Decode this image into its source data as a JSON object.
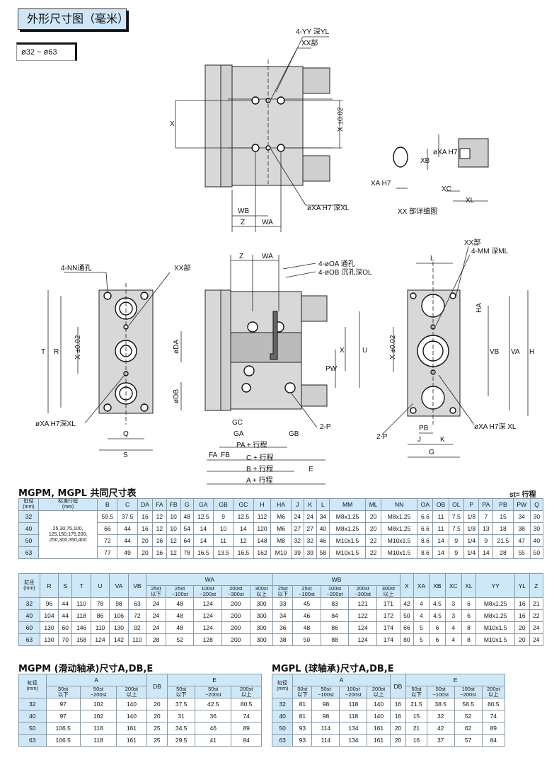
{
  "header": {
    "title": "外形尺寸图（毫米）",
    "bore_range": "ø32 ~ ø63"
  },
  "drawing_labels": {
    "top": [
      "4-YY 深YL",
      "XX部",
      "X",
      "X ±0.02",
      "WB",
      "Z",
      "WA",
      "øXA H7 深XL"
    ],
    "detail": [
      "øXA H7",
      "XB",
      "XA H7",
      "XC",
      "XL",
      "XX 部详细图"
    ],
    "left": [
      "4-NN通孔",
      "XX部",
      "T",
      "R",
      "X ±0.02",
      "øXA H7深XL",
      "Q",
      "S"
    ],
    "center": [
      "Z",
      "WA",
      "4-øOA 通孔",
      "4-øOB 沉孔深OL",
      "øDA",
      "øDB",
      "X",
      "U",
      "PW",
      "GC",
      "GA",
      "GB",
      "2-P",
      "PA + 行程",
      "FA",
      "FB",
      "C + 行程",
      "B + 行程",
      "E",
      "A + 行程"
    ],
    "right": [
      "XX部",
      "L",
      "4-MM 深ML",
      "HA",
      "X ±0.02",
      "VB",
      "VA",
      "H",
      "2-P",
      "PB",
      "J",
      "K",
      "G",
      "øXA H7深 XL"
    ]
  },
  "table1": {
    "title": "MGPM, MGPL 共同尺寸表",
    "note": "st= 行程",
    "headers": [
      "缸径\n(mm)",
      "标准行程\n(mm)",
      "B",
      "C",
      "DA",
      "FA",
      "FB",
      "G",
      "GA",
      "GB",
      "GC",
      "H",
      "HA",
      "J",
      "K",
      "L",
      "MM",
      "ML",
      "NN",
      "OA",
      "OB",
      "OL",
      "P",
      "PA",
      "PB",
      "PW",
      "Q"
    ],
    "strokes": "25,30,75,100,\n125,150,175,200,\n250,300,350,400",
    "rows": [
      [
        "32",
        "59.5",
        "37.5",
        "16",
        "12",
        "10",
        "48",
        "12.5",
        "9",
        "12.5",
        "112",
        "M6",
        "24",
        "24",
        "34",
        "M8x1.25",
        "20",
        "M8x1.25",
        "6.6",
        "11",
        "7.5",
        "1/8",
        "7",
        "15",
        "34",
        "30"
      ],
      [
        "40",
        "66",
        "44",
        "16",
        "12",
        "10",
        "54",
        "14",
        "10",
        "14",
        "120",
        "M6",
        "27",
        "27",
        "40",
        "M8x1.25",
        "20",
        "M8x1.25",
        "6.6",
        "11",
        "7.5",
        "1/8",
        "13",
        "18",
        "38",
        "30"
      ],
      [
        "50",
        "72",
        "44",
        "20",
        "16",
        "12",
        "64",
        "14",
        "11",
        "12",
        "148",
        "M8",
        "32",
        "32",
        "46",
        "M10x1.5",
        "22",
        "M10x1.5",
        "8.6",
        "14",
        "9",
        "1/4",
        "9",
        "21.5",
        "47",
        "40"
      ],
      [
        "63",
        "77",
        "49",
        "20",
        "16",
        "12",
        "78",
        "16.5",
        "13.5",
        "16.5",
        "162",
        "M10",
        "39",
        "39",
        "58",
        "M10x1.5",
        "22",
        "M10x1.5",
        "8.6",
        "14",
        "9",
        "1/4",
        "14",
        "28",
        "55",
        "50"
      ]
    ]
  },
  "table2": {
    "headers": [
      "缸径\n(mm)",
      "R",
      "S",
      "T",
      "U",
      "VA",
      "VB",
      "WA",
      "WB",
      "X",
      "XA",
      "XB",
      "XC",
      "XL",
      "YY",
      "YL",
      "Z"
    ],
    "sub": [
      "25st\n以下",
      "25st\n~100st",
      "100st\n~200st",
      "200st\n~300st",
      "300st\n以上"
    ],
    "rows": [
      [
        "32",
        "96",
        "44",
        "110",
        "78",
        "98",
        "63",
        "24",
        "48",
        "124",
        "200",
        "300",
        "33",
        "45",
        "83",
        "121",
        "171",
        "42",
        "4",
        "4.5",
        "3",
        "6",
        "M8x1.25",
        "16",
        "21"
      ],
      [
        "40",
        "104",
        "44",
        "118",
        "86",
        "106",
        "72",
        "24",
        "48",
        "124",
        "200",
        "300",
        "34",
        "46",
        "84",
        "122",
        "172",
        "50",
        "4",
        "4.5",
        "3",
        "6",
        "M8x1.25",
        "16",
        "22"
      ],
      [
        "60",
        "130",
        "60",
        "146",
        "110",
        "130",
        "92",
        "24",
        "48",
        "124",
        "200",
        "300",
        "36",
        "48",
        "86",
        "124",
        "174",
        "66",
        "5",
        "6",
        "4",
        "8",
        "M10x1.5",
        "20",
        "24"
      ],
      [
        "63",
        "130",
        "70",
        "158",
        "124",
        "142",
        "110",
        "28",
        "52",
        "128",
        "200",
        "300",
        "38",
        "50",
        "88",
        "124",
        "174",
        "80",
        "5",
        "6",
        "4",
        "8",
        "M10x1.5",
        "20",
        "24"
      ]
    ]
  },
  "table3": {
    "title": "MGPM (滑动轴承)尺寸A,DB,E",
    "headers": [
      "缸径\n(mm)",
      "A",
      "DB",
      "E"
    ],
    "sub": [
      "50st\n以下",
      "50st\n~200st",
      "200st\n以上",
      "50st\n以下",
      "50st\n~200st",
      "200st\n以上"
    ],
    "rows": [
      [
        "32",
        "97",
        "102",
        "140",
        "20",
        "37.5",
        "42.5",
        "80.5"
      ],
      [
        "40",
        "97",
        "102",
        "140",
        "20",
        "31",
        "36",
        "74"
      ],
      [
        "50",
        "106.5",
        "118",
        "161",
        "25",
        "34.5",
        "46",
        "89"
      ],
      [
        "63",
        "106.5",
        "118",
        "161",
        "25",
        "29.5",
        "41",
        "84"
      ]
    ]
  },
  "table4": {
    "title": "MGPL (球轴承)尺寸A,DB,E",
    "headers": [
      "缸径\n(mm)",
      "A",
      "DB",
      "E"
    ],
    "sub": [
      "50st\n以下",
      "50st\n~100st",
      "100st\n~200st",
      "200st\n以上",
      "50st\n以下",
      "50st\n~100st",
      "100st\n~200st",
      "200st\n以上"
    ],
    "rows": [
      [
        "32",
        "81",
        "98",
        "118",
        "140",
        "16",
        "21.5",
        "38.5",
        "58.5",
        "80.5"
      ],
      [
        "40",
        "81",
        "98",
        "118",
        "140",
        "16",
        "15",
        "32",
        "52",
        "74"
      ],
      [
        "50",
        "93",
        "114",
        "134",
        "161",
        "20",
        "21",
        "42",
        "62",
        "89"
      ],
      [
        "63",
        "93",
        "114",
        "134",
        "161",
        "20",
        "16",
        "37",
        "57",
        "84"
      ]
    ]
  }
}
